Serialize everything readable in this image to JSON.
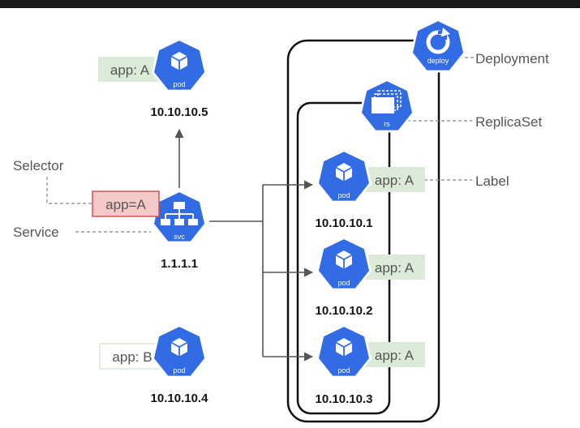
{
  "colors": {
    "k8s_blue": "#326ce5",
    "label_bg": "#dcebd7",
    "selector_bg": "#f6c9c9",
    "selector_border": "#d25252",
    "line": "#555555",
    "frame": "#111111",
    "top_bar": "#1b1b1b",
    "background": "#ffffff"
  },
  "annotations": {
    "deployment": "Deployment",
    "replicaset": "ReplicaSet",
    "label": "Label",
    "selector": "Selector",
    "service": "Service"
  },
  "icons": {
    "deploy": {
      "name": "deploy-icon",
      "caption": "deploy"
    },
    "rs": {
      "name": "replicaset-icon",
      "caption": "rs"
    },
    "svc": {
      "name": "service-icon",
      "caption": "svc"
    }
  },
  "service": {
    "ip": "1.1.1.1",
    "selector": "app=A"
  },
  "pods": [
    {
      "id": "pod-top",
      "caption": "pod",
      "ip": "10.10.10.5",
      "label": "app: A"
    },
    {
      "id": "pod-bottom",
      "caption": "pod",
      "ip": "10.10.10.4",
      "label": "app: B"
    },
    {
      "id": "pod-rs-1",
      "caption": "pod",
      "ip": "10.10.10.1",
      "label": "app: A"
    },
    {
      "id": "pod-rs-2",
      "caption": "pod",
      "ip": "10.10.10.2",
      "label": "app: A"
    },
    {
      "id": "pod-rs-3",
      "caption": "pod",
      "ip": "10.10.10.3",
      "label": "app: A"
    }
  ]
}
